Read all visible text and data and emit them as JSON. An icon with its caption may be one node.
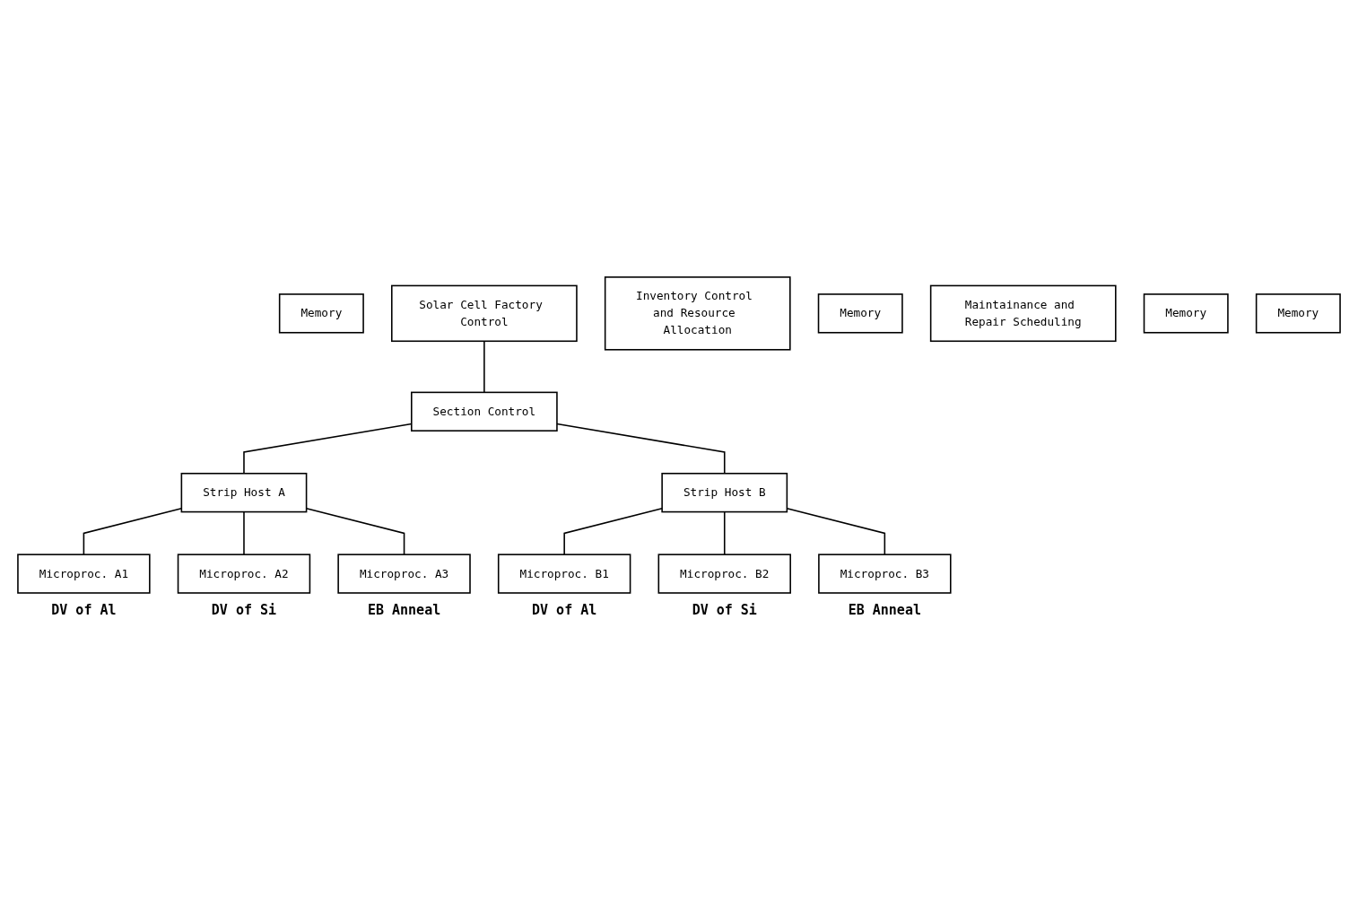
{
  "diagram": {
    "nodes": [
      {
        "text": [
          "Memory"
        ]
      },
      {
        "text": [
          "Solar Cell Factory Control"
        ]
      },
      {
        "text": [
          "Inventory Control and Resource Allocation"
        ]
      },
      {
        "text": [
          "Memory"
        ]
      },
      {
        "text": [
          "Section Control"
        ]
      },
      {
        "text": [
          "Maintainance and Repair Scheduling"
        ]
      },
      {
        "text": [
          "Strip Host A"
        ]
      },
      {
        "text": [
          "Memory"
        ]
      },
      {
        "text": [
          "Microproc. A1"
        ],
        "beside": [
          "DV of Al"
        ]
      },
      {
        "text": [
          "Microproc. A2"
        ],
        "beside": [
          "DV of Si"
        ]
      },
      {
        "text": [
          "Microproc. A3"
        ],
        "beside": [
          "EB Anneal"
        ]
      },
      {
        "text": [
          "Strip Host B"
        ]
      },
      {
        "text": [
          "Memory"
        ]
      },
      {
        "text": [
          "Microproc. B1"
        ],
        "beside": [
          "DV of Al"
        ]
      },
      {
        "text": [
          "Microproc. B2"
        ],
        "beside": [
          "DV of Si"
        ]
      },
      {
        "text": [
          "Microproc. B3"
        ],
        "beside": [
          "EB Anneal"
        ]
      }
    ],
    "edges": [
      {
        "from": 1,
        "to": 4,
        "arrow": "none"
      },
      {
        "from": 4,
        "to": 6,
        "arrow": "none"
      },
      {
        "from": 4,
        "to": 11,
        "arrow": "none"
      },
      {
        "from": 6,
        "to": 8,
        "arrow": "none"
      },
      {
        "from": 6,
        "to": 9,
        "arrow": "none"
      },
      {
        "from": 6,
        "to": 10,
        "arrow": "none"
      },
      {
        "from": 11,
        "to": 13,
        "arrow": "none"
      },
      {
        "from": 11,
        "to": 14,
        "arrow": "none"
      },
      {
        "from": 11,
        "to": 15,
        "arrow": "none"
      }
    ]
  }
}
